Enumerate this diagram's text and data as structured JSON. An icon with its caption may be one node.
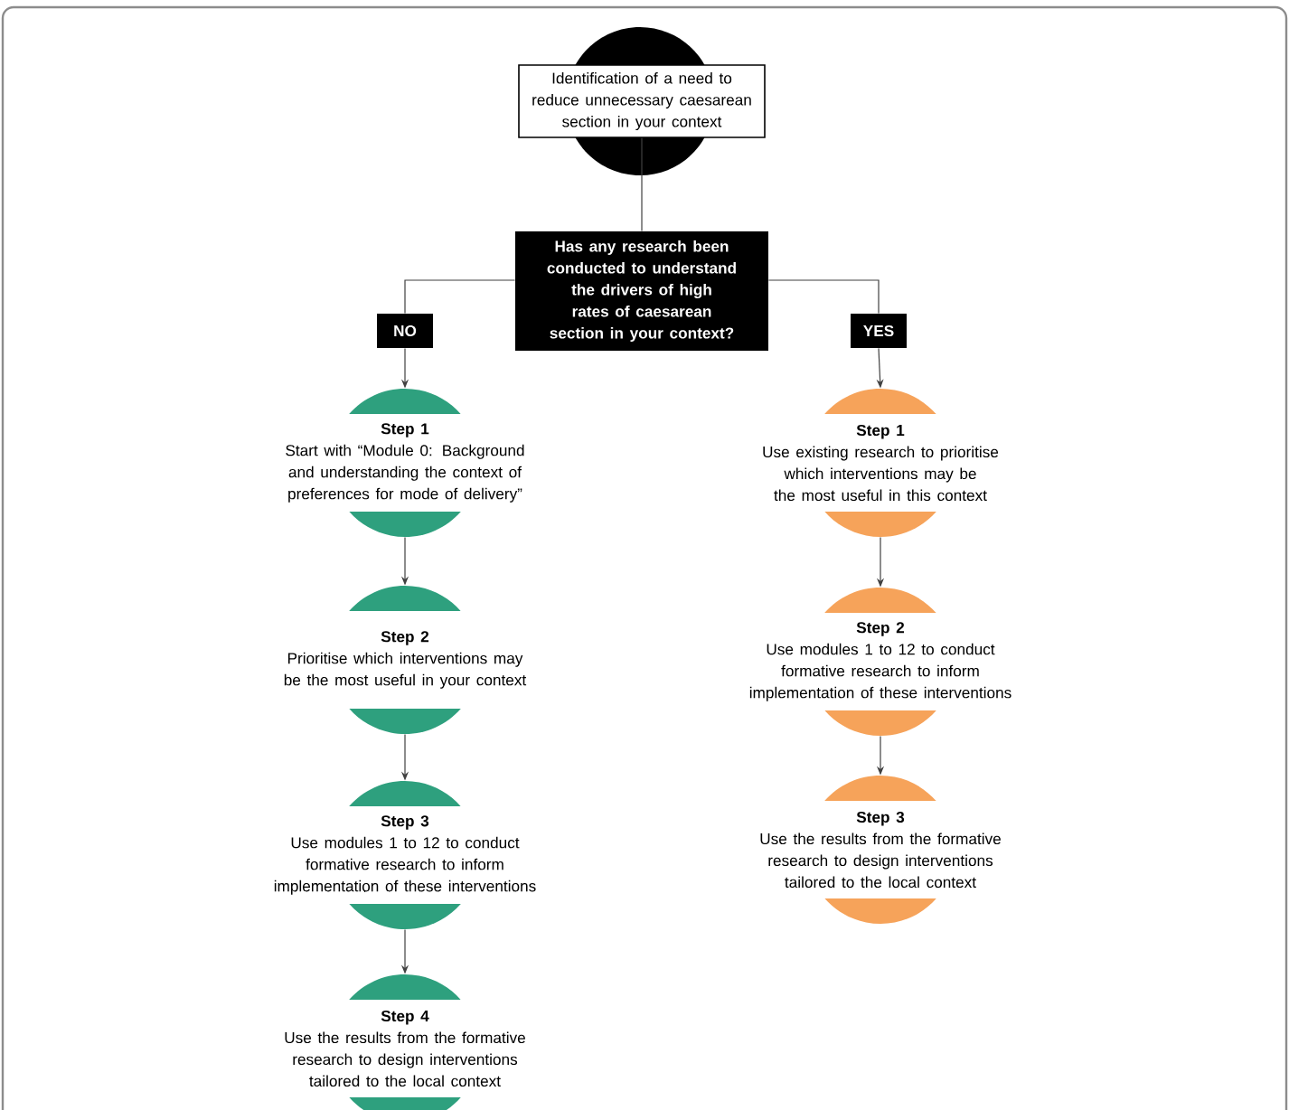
{
  "diagram": {
    "nodes": [
      {
        "text": [
          "Identification of a need to reduce unnecessary caesarean section in your context"
        ]
      },
      {
        "text": [
          "Has any research been conducted to understand the drivers of high rates of caesarean section in your context?"
        ]
      },
      {
        "text": [
          "NO"
        ]
      },
      {
        "text": [
          "YES"
        ]
      },
      {
        "text": [
          "Step 1",
          "Start with “Module 0: Background and understanding the context of preferences for mode of delivery”"
        ]
      },
      {
        "text": [
          "Step 2",
          "Prioritise which interventions may be the most useful in your context"
        ]
      },
      {
        "text": [
          "Step 3",
          "Use modules 1 to 12 to conduct formative research to inform implementation of these interventions"
        ]
      },
      {
        "text": [
          "Step 4",
          "Use the results from the formative research to design interventions tailored to the local context"
        ]
      },
      {
        "text": [
          "Step 1",
          "Use existing research to prioritise which interventions may be the most useful in this context"
        ]
      },
      {
        "text": [
          "Step 2",
          "Use modules 1 to 12 to conduct formative research to inform implementation of these interventions"
        ]
      },
      {
        "text": [
          "Step 3",
          "Use the results from the formative research to design interventions tailored to the local context"
        ]
      }
    ],
    "edges": [
      {
        "from": 0,
        "to": 1,
        "arrow": "none"
      },
      {
        "from": 1,
        "to": 2,
        "arrow": "none"
      },
      {
        "from": 1,
        "to": 3,
        "arrow": "none"
      },
      {
        "from": 2,
        "to": 4,
        "arrow": "to"
      },
      {
        "from": 4,
        "to": 5,
        "arrow": "to"
      },
      {
        "from": 5,
        "to": 6,
        "arrow": "to"
      },
      {
        "from": 6,
        "to": 7,
        "arrow": "to"
      },
      {
        "from": 3,
        "to": 8,
        "arrow": "to"
      },
      {
        "from": 8,
        "to": 9,
        "arrow": "to"
      },
      {
        "from": 9,
        "to": 10,
        "arrow": "to"
      }
    ]
  }
}
